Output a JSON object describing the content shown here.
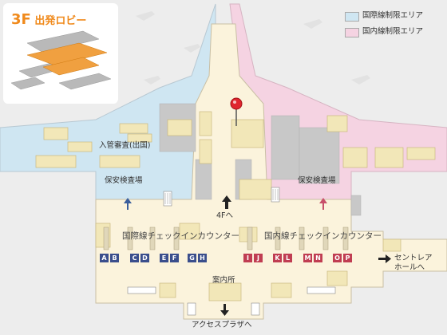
{
  "legend": {
    "international": {
      "label": "国際線制限エリア",
      "color": "#cfe6f2"
    },
    "domestic": {
      "label": "国内線制限エリア",
      "color": "#f5d3e2"
    }
  },
  "inset": {
    "floor": "3F",
    "title": "出発ロビー",
    "highlight_color": "#f0a040"
  },
  "labels": {
    "immigration": "入管審査(出国)",
    "security_left": "保安検査場",
    "security_right": "保安検査場",
    "to_4f": "4Fへ",
    "intl_checkin": "国際線チェックインカウンター",
    "dom_checkin": "国内線チェックインカウンター",
    "info": "案内所",
    "to_central": "セントレア\nホールへ",
    "to_access": "アクセスプラザへ"
  },
  "counters": {
    "international": [
      "A",
      "B",
      "C",
      "D",
      "E",
      "F",
      "G",
      "H"
    ],
    "domestic": [
      "I",
      "J",
      "K",
      "L",
      "M",
      "N",
      "O",
      "P"
    ]
  },
  "icons": {
    "pin": "location-pin-icon",
    "arrows": [
      "arrow-up-icon",
      "arrow-down-icon",
      "arrow-right-icon"
    ]
  }
}
